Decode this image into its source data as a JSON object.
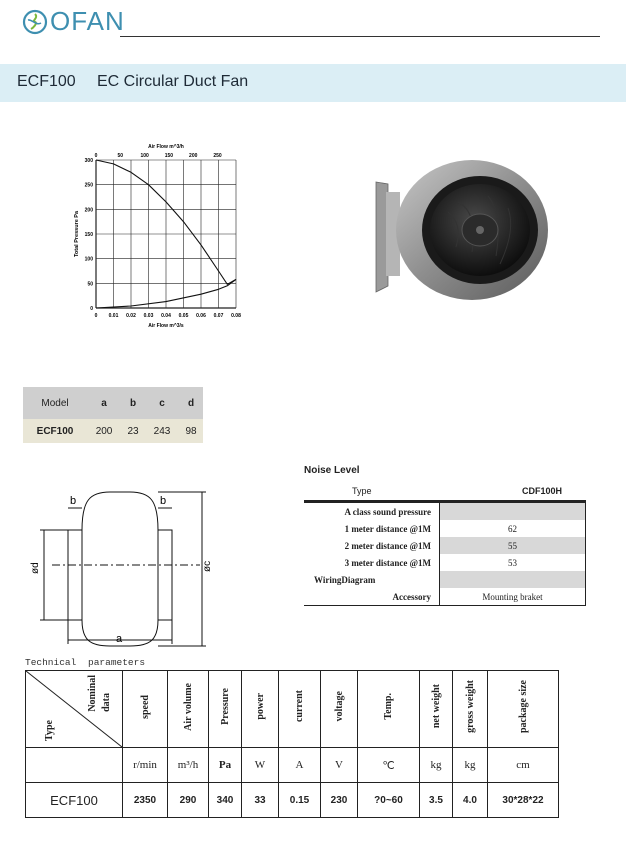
{
  "header": {
    "logo_text": "OFAN",
    "logo_icon": "fan-swirl-icon",
    "brand_color": "#3e8fb0",
    "band_color": "#dbeef5",
    "model": "ECF100",
    "title": "EC Circular Duct Fan"
  },
  "chart_data": {
    "type": "line",
    "title": "",
    "xlabel_top": "Air Flow m^3/h",
    "xlabel": "Air Flow m^3/s",
    "ylabel": "Total Pressure Pa",
    "x_bottom_ticks": [
      "0",
      "0.01",
      "0.02",
      "0.03",
      "0.04",
      "0.05",
      "0.06",
      "0.07",
      "0.08"
    ],
    "x_top_ticks": [
      "0",
      "50",
      "100",
      "150",
      "200",
      "250"
    ],
    "y_ticks": [
      "0",
      "50",
      "100",
      "150",
      "200",
      "250",
      "300"
    ],
    "xlim": [
      0,
      0.08
    ],
    "ylim": [
      0,
      300
    ],
    "grid": true,
    "series": [
      {
        "x": [
          0,
          0.01,
          0.02,
          0.03,
          0.04,
          0.05,
          0.06,
          0.07,
          0.075,
          0.08
        ],
        "y": [
          300,
          292,
          275,
          250,
          215,
          175,
          128,
          75,
          48,
          58
        ]
      },
      {
        "x": [
          0,
          0.02,
          0.04,
          0.06,
          0.07,
          0.075,
          0.08
        ],
        "y": [
          0,
          4,
          13,
          28,
          38,
          45,
          58
        ]
      }
    ]
  },
  "photo": {
    "label": "fan-photo"
  },
  "model_table": {
    "headers": [
      "Model",
      "a",
      "b",
      "c",
      "d"
    ],
    "rows": [
      [
        "ECF100",
        "200",
        "23",
        "243",
        "98"
      ]
    ]
  },
  "drawing": {
    "labels": {
      "b_left": "b",
      "b_right": "b",
      "d": "ød",
      "c": "øc",
      "a": "a"
    }
  },
  "noise": {
    "title": "Noise Level",
    "type_label": "Type",
    "type_value": "CDF100H",
    "rows": [
      {
        "label": "A class sound pressure",
        "value": "",
        "shade": true
      },
      {
        "label": "1 meter distance @1M",
        "value": "62",
        "shade": false
      },
      {
        "label": "2 meter distance @1M",
        "value": "55",
        "shade": true
      },
      {
        "label": "3 meter distance @1M",
        "value": "53",
        "shade": false
      },
      {
        "label": "WiringDiagram",
        "value": "",
        "shade": true
      },
      {
        "label": "Accessory",
        "value": "Mounting braket",
        "shade": false
      }
    ]
  },
  "tech": {
    "label": "Technical parameters",
    "corner_nominal": "Nominal",
    "corner_data": "data",
    "corner_type": "Type",
    "headers": [
      "speed",
      "Air volume",
      "Pressure",
      "power",
      "current",
      "voltage",
      "Temp.",
      "net weight",
      "gross weight",
      "package size"
    ],
    "units": [
      "r/min",
      "m³/h",
      "Pa",
      "W",
      "A",
      "V",
      "℃",
      "kg",
      "kg",
      "cm"
    ],
    "row_label": "ECF100",
    "values": [
      "2350",
      "290",
      "340",
      "33",
      "0.15",
      "230",
      "?0~60",
      "3.5",
      "4.0",
      "30*28*22"
    ]
  }
}
